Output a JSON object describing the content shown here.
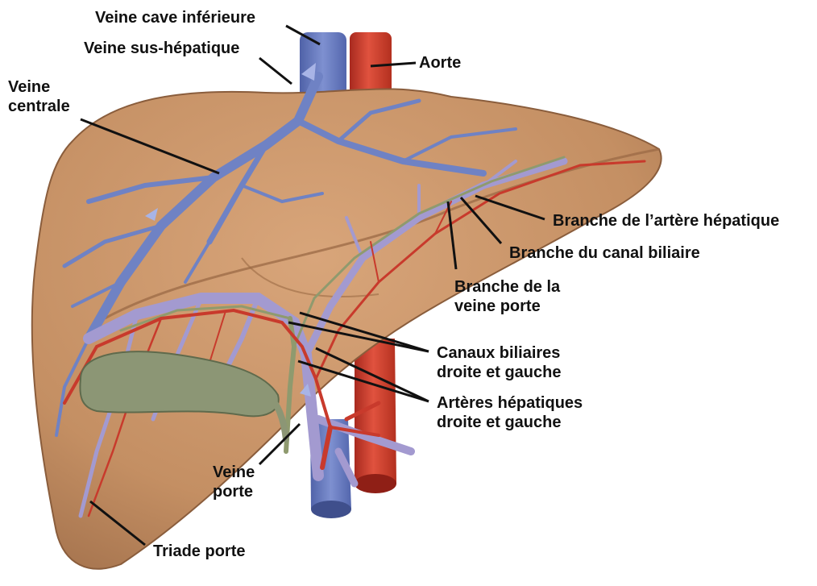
{
  "colors": {
    "liver": "#c9956a",
    "liver_shadow": "#a87650",
    "vein_blue": "#6f82c4",
    "artery_red": "#c83a2c",
    "duct_green": "#8f9a6e",
    "gallbladder": "#8c9675",
    "leader_line": "#111111"
  },
  "labels": {
    "veine_cave": "Veine cave inférieure",
    "veine_sus_hepatique": "Veine sus-hépatique",
    "aorte": "Aorte",
    "veine_centrale_1": "Veine",
    "veine_centrale_2": "centrale",
    "branche_artere": "Branche de l’artère hépatique",
    "branche_canal": "Branche du canal biliaire",
    "branche_veine_1": "Branche de la",
    "branche_veine_2": "veine porte",
    "canaux_1": "Canaux biliaires",
    "canaux_2": "droite et gauche",
    "arteres_1": "Artères hépatiques",
    "arteres_2": "droite et gauche",
    "veine_porte_1": "Veine",
    "veine_porte_2": "porte",
    "triade": "Triade porte"
  },
  "icons": [
    "flow-arrow-icon"
  ]
}
